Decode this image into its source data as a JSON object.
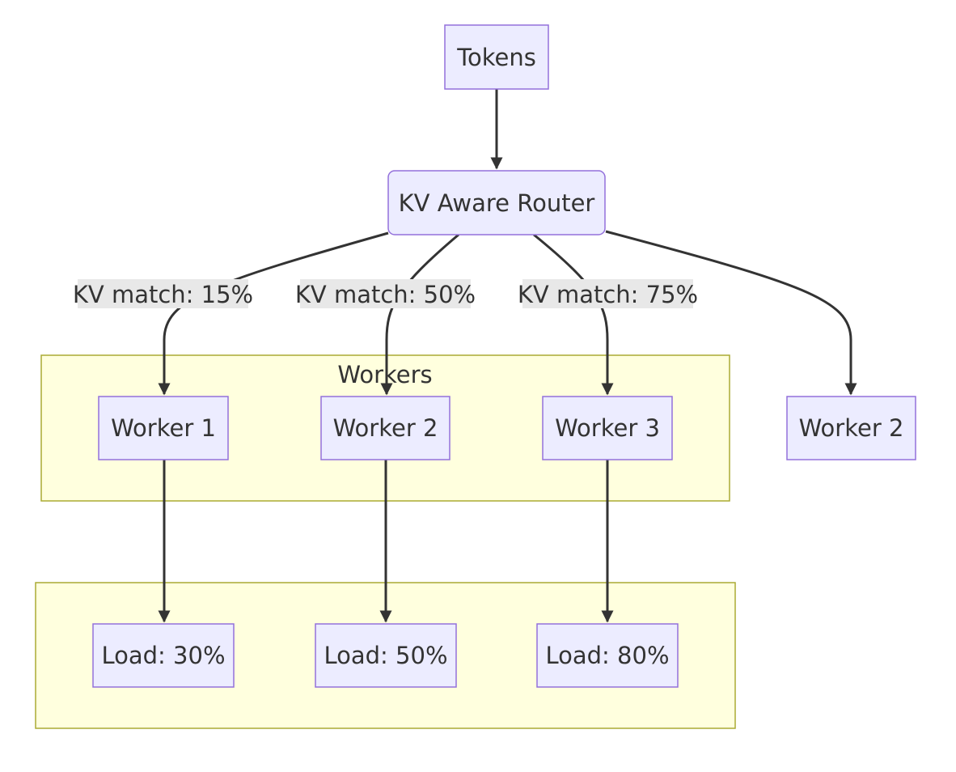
{
  "diagram": {
    "nodes": {
      "tokens": "Tokens",
      "router": "KV Aware Router",
      "worker1": "Worker 1",
      "worker2": "Worker 2",
      "worker3": "Worker 3",
      "worker2_outside": "Worker 2",
      "load1": "Load: 30%",
      "load2": "Load: 50%",
      "load3": "Load: 80%"
    },
    "clusters": {
      "workers": "Workers",
      "loads": ""
    },
    "edge_labels": {
      "router_worker1": "KV match: 15%",
      "router_worker2": "KV match: 50%",
      "router_worker3": "KV match: 75%"
    },
    "colors": {
      "node_fill": "#ececff",
      "node_stroke": "#9370db",
      "cluster_fill": "#ffffde",
      "cluster_stroke": "#aaaa33",
      "edge": "#333333",
      "edge_label_bg": "#e8e8e8"
    }
  }
}
